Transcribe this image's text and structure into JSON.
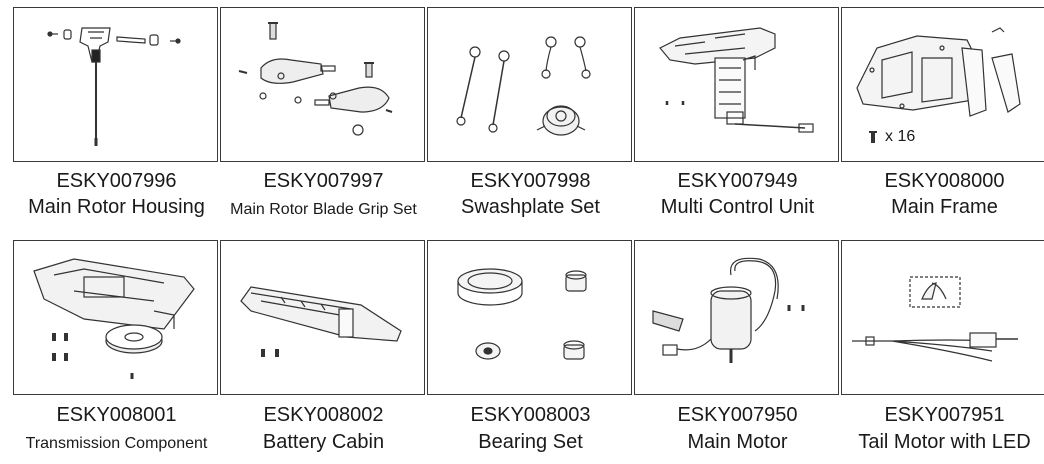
{
  "products": [
    {
      "sku": "ESKY007996",
      "name": "Main Rotor Housing",
      "icon": "main-rotor-housing-icon"
    },
    {
      "sku": "ESKY007997",
      "name": "Main Rotor Blade Grip Set",
      "icon": "blade-grip-set-icon"
    },
    {
      "sku": "ESKY007998",
      "name": "Swashplate Set",
      "icon": "swashplate-set-icon"
    },
    {
      "sku": "ESKY007949",
      "name": "Multi Control Unit",
      "icon": "multi-control-unit-icon"
    },
    {
      "sku": "ESKY008000",
      "name": "Main Frame",
      "icon": "main-frame-icon",
      "qty_label": "x 16"
    },
    {
      "sku": "ESKY008001",
      "name": "Transmission Component",
      "icon": "transmission-component-icon"
    },
    {
      "sku": "ESKY008002",
      "name": "Battery Cabin",
      "icon": "battery-cabin-icon"
    },
    {
      "sku": "ESKY008003",
      "name": "Bearing Set",
      "icon": "bearing-set-icon"
    },
    {
      "sku": "ESKY007950",
      "name": "Main Motor",
      "icon": "main-motor-icon"
    },
    {
      "sku": "ESKY007951",
      "name": "Tail Motor with LED",
      "icon": "tail-motor-led-icon"
    }
  ]
}
